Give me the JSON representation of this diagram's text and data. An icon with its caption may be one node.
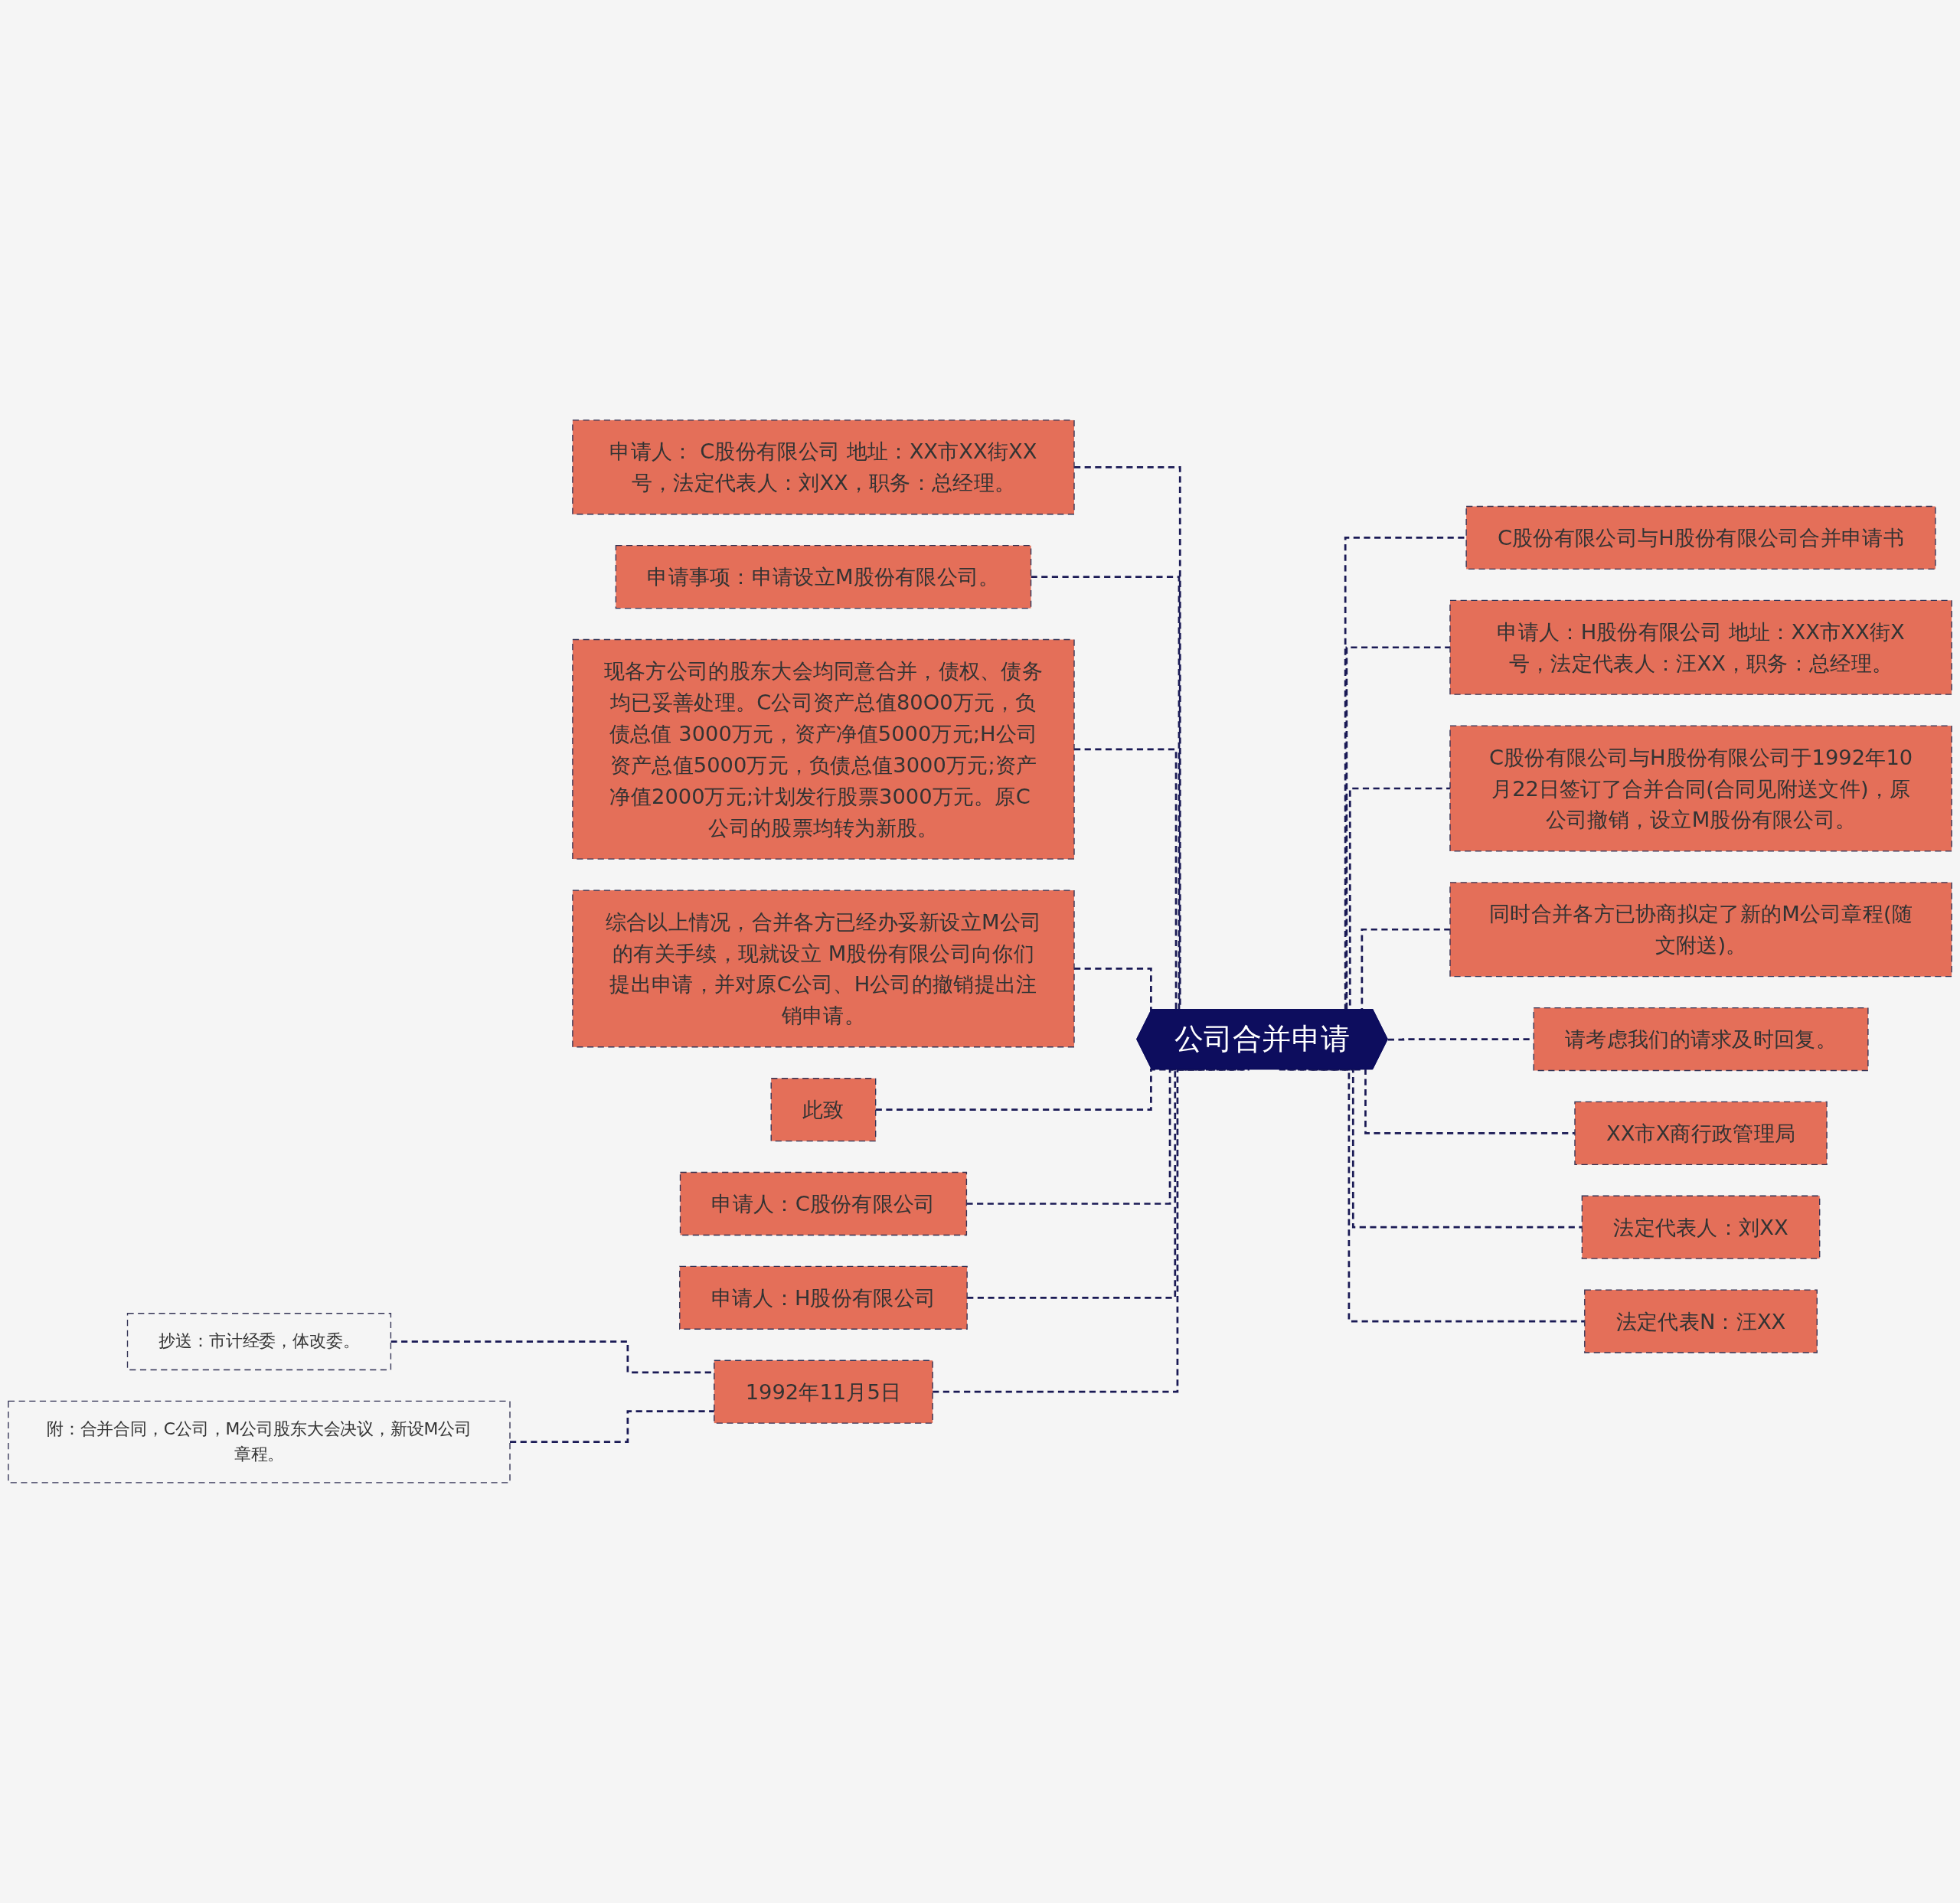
{
  "diagram": {
    "nodes": [
      {
        "text": [
          "公司合并申请"
        ]
      },
      {
        "text": [
          "申请人： C股份有限公司 地址：XX市XX街XX号，法定代表人：刘XX，职务：总经理。"
        ]
      },
      {
        "text": [
          "申请事项：申请设立M股份有限公司。"
        ]
      },
      {
        "text": [
          "现各方公司的股东大会均同意合并，债权、债务均已妥善处理。C公司资产总值80O0万元，负债总值 3000万元，资产净值5000万元;H公司资产总值5000万元，负债总值3000万元;资产净值2000万元;计划发行股票3000万元。原C 公司的股票均转为新股。"
        ]
      },
      {
        "text": [
          "综合以上情况，合并各方已经办妥新设立M公司的有关手续，现就设立 M股份有限公司向你们提出申请，并对原C公司、H公司的撤销提出注销申请。"
        ]
      },
      {
        "text": [
          "此致"
        ]
      },
      {
        "text": [
          "申请人：C股份有限公司"
        ]
      },
      {
        "text": [
          "申请人：H股份有限公司"
        ]
      },
      {
        "text": [
          "1992年11月5日"
        ]
      },
      {
        "text": [
          "抄送：市计经委，体改委。"
        ]
      },
      {
        "text": [
          "附：合并合同，C公司，M公司股东大会决议，新设M公司章程。"
        ]
      },
      {
        "text": [
          "C股份有限公司与H股份有限公司合并申请书"
        ]
      },
      {
        "text": [
          "申请人：H股份有限公司 地址：XX市XX街X号，法定代表人：汪XX，职务：总经理。"
        ]
      },
      {
        "text": [
          "C股份有限公司与H股份有限公司于1992年10月22日签订了合并合同(合同见附送文件)，原公司撤销，设立M股份有限公司。"
        ]
      },
      {
        "text": [
          "同时合并各方已协商拟定了新的M公司章程(随文附送)。"
        ]
      },
      {
        "text": [
          "请考虑我们的请求及时回复。"
        ]
      },
      {
        "text": [
          "XX市X商行政管理局"
        ]
      },
      {
        "text": [
          "法定代表人：刘XX"
        ]
      },
      {
        "text": [
          "法定代表N：汪XX"
        ]
      }
    ],
    "edges": [
      {
        "from": 1,
        "to": 0,
        "arrow": "none",
        "style": "dashed"
      },
      {
        "from": 2,
        "to": 0,
        "arrow": "none",
        "style": "dashed"
      },
      {
        "from": 3,
        "to": 0,
        "arrow": "none",
        "style": "dashed"
      },
      {
        "from": 4,
        "to": 0,
        "arrow": "none",
        "style": "dashed"
      },
      {
        "from": 5,
        "to": 0,
        "arrow": "none",
        "style": "dashed"
      },
      {
        "from": 6,
        "to": 0,
        "arrow": "none",
        "style": "dashed"
      },
      {
        "from": 7,
        "to": 0,
        "arrow": "none",
        "style": "dashed"
      },
      {
        "from": 8,
        "to": 0,
        "arrow": "none",
        "style": "dashed"
      },
      {
        "from": 9,
        "to": 8,
        "arrow": "none",
        "style": "dashed"
      },
      {
        "from": 10,
        "to": 8,
        "arrow": "none",
        "style": "dashed"
      },
      {
        "from": 0,
        "to": 11,
        "arrow": "none",
        "style": "dashed"
      },
      {
        "from": 0,
        "to": 12,
        "arrow": "none",
        "style": "dashed"
      },
      {
        "from": 0,
        "to": 13,
        "arrow": "none",
        "style": "dashed"
      },
      {
        "from": 0,
        "to": 14,
        "arrow": "none",
        "style": "dashed"
      },
      {
        "from": 0,
        "to": 15,
        "arrow": "none",
        "style": "dashed"
      },
      {
        "from": 0,
        "to": 16,
        "arrow": "none",
        "style": "dashed"
      },
      {
        "from": 0,
        "to": 17,
        "arrow": "none",
        "style": "dashed"
      },
      {
        "from": 0,
        "to": 18,
        "arrow": "none",
        "style": "dashed"
      }
    ]
  }
}
